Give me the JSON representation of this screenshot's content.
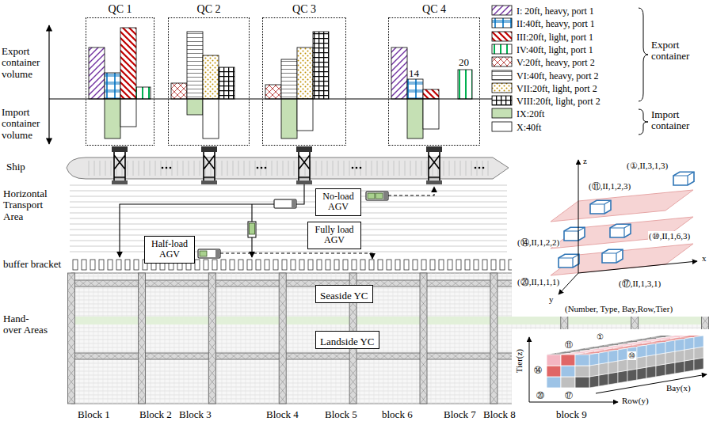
{
  "diagram": {
    "nodes": [
      {
        "text": [
          "QC 1"
        ]
      },
      {
        "text": [
          "QC 2"
        ]
      },
      {
        "text": [
          "QC 3"
        ]
      },
      {
        "text": [
          "QC 4"
        ]
      },
      {
        "text": [
          "No-load AGV"
        ]
      },
      {
        "text": [
          "Fully load AGV"
        ]
      },
      {
        "text": [
          "Half-load AGV"
        ]
      },
      {
        "text": [
          "Seaside YC"
        ]
      },
      {
        "text": [
          "Landside YC"
        ]
      }
    ],
    "labels": [
      "Export container volume",
      "Import container volume",
      "14",
      "20",
      "Export container",
      "Import container",
      "Ship",
      "Horizontal Transport Area",
      "buffer bracket",
      "Hand- over Areas",
      "z",
      "(①,II,3,1,3)",
      "(⑪,II,1,2,3)",
      "(⑩,II,1,6,3)",
      "(⑭,II,1,2,2)",
      "x",
      "y",
      "(⑰,II,1,3,1)",
      "(⑳,II,1,1,1)",
      "(Number, Type, Bay,Row,Tier)",
      "Tier(z)",
      "①",
      "⑪",
      "⑩",
      "Bay(x)",
      "⑭",
      "⑳",
      "⑰",
      "Row(y)",
      "Block 1",
      "Block 2",
      "Block 3",
      "Block 4",
      "Block 5",
      "block 6",
      "Block 7",
      "Block 8",
      "block 9"
    ],
    "legend": [
      {
        "text": "I: 20ft, heavy, port 1"
      },
      {
        "text": "II:40ft, heavy, port 1"
      },
      {
        "text": "III:20ft, light, port 1"
      },
      {
        "text": "IV:40ft, light, port 1"
      },
      {
        "text": "V:20ft, heavy, port 2"
      },
      {
        "text": "VI:40ft, heavy, port 2"
      },
      {
        "text": "VII:20ft, light, port 2"
      },
      {
        "text": "VIII:20ft, light, port 2"
      },
      {
        "text": "IX:20ft",
        "color": "#c5e0b4"
      },
      {
        "text": "X:40ft",
        "color": "#ffffff"
      }
    ]
  }
}
